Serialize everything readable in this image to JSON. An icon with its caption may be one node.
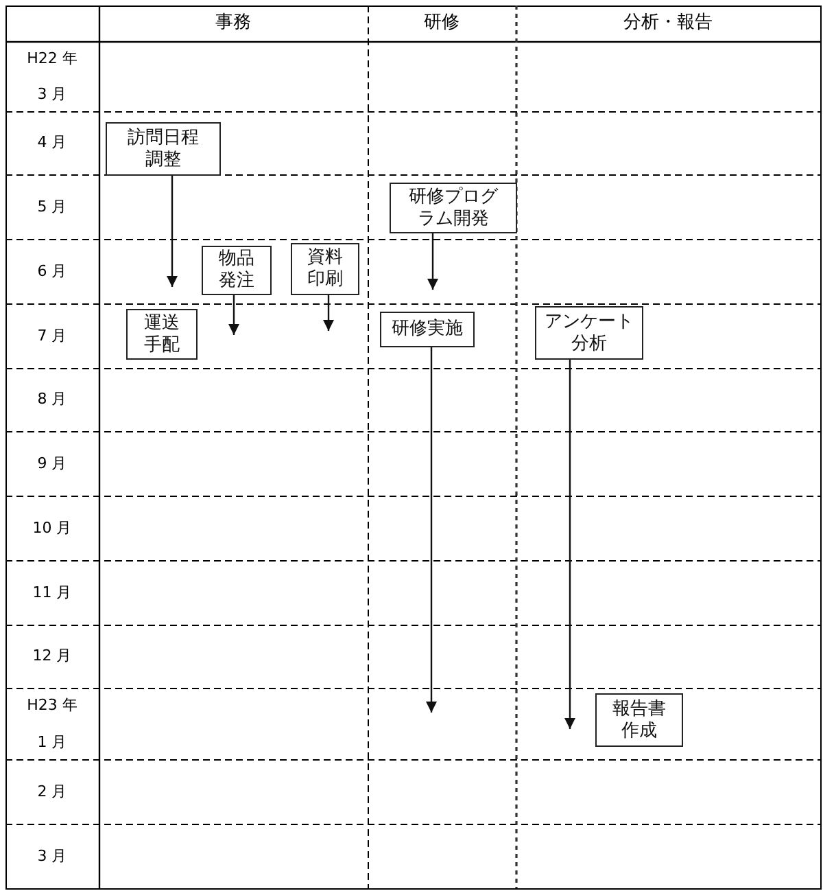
{
  "diagram": {
    "nodes": [
      {
        "text": [
          "訪問日程調整"
        ]
      },
      {
        "text": [
          "研修プログラム開発"
        ]
      },
      {
        "text": [
          "物品発注"
        ]
      },
      {
        "text": [
          "資料印刷"
        ]
      },
      {
        "text": [
          "運送手配"
        ]
      },
      {
        "text": [
          "研修実施"
        ]
      },
      {
        "text": [
          "アンケート分析"
        ]
      },
      {
        "text": [
          "報告書作成"
        ]
      }
    ],
    "edges": [
      {
        "from": 0,
        "to": 4,
        "arrow": "to"
      },
      {
        "from": 1,
        "to": 5,
        "arrow": "to"
      },
      {
        "from": 2,
        "to": null,
        "arrow": "to"
      },
      {
        "from": 3,
        "to": null,
        "arrow": "to"
      },
      {
        "from": 5,
        "to": null,
        "arrow": "to"
      },
      {
        "from": 6,
        "to": 7,
        "arrow": "to"
      }
    ],
    "labels": [
      "事務",
      "研修",
      "分析・報告",
      "H22 年",
      "3 月",
      "4 月",
      "5 月",
      "6 月",
      "7 月",
      "8 月",
      "9 月",
      "10 月",
      "11 月",
      "12 月",
      "H23 年",
      "1 月",
      "2 月",
      "3 月"
    ]
  }
}
